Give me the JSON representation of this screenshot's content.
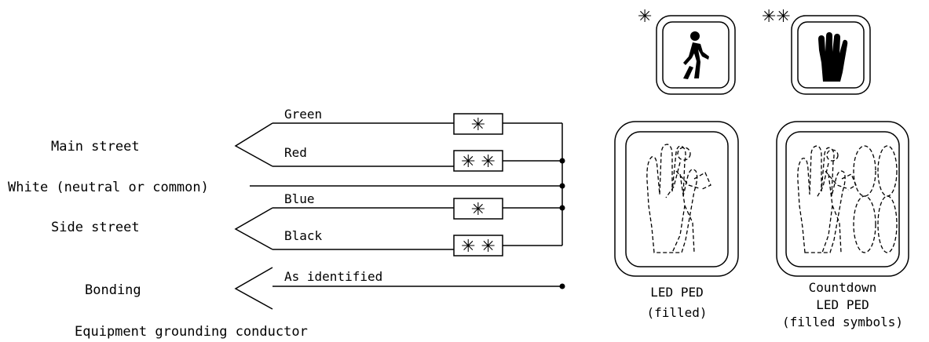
{
  "groups": {
    "main_street": "Main street",
    "white": "White (neutral or common)",
    "side_street": "Side street",
    "bonding": "Bonding",
    "equipment_grounding": "Equipment grounding conductor"
  },
  "wires": {
    "green": "Green",
    "red": "Red",
    "blue": "Blue",
    "black": "Black",
    "as_identified": "As identified"
  },
  "box_marks": {
    "single": "✳",
    "double": "✳ ✳"
  },
  "signals": {
    "walk_mark": "✳",
    "dont_walk_mark": "✳✳"
  },
  "led_ped": {
    "line1": "LED PED",
    "line2": "(filled)"
  },
  "countdown": {
    "line1": "Countdown",
    "line2": "LED PED",
    "line3": "(filled symbols)"
  }
}
